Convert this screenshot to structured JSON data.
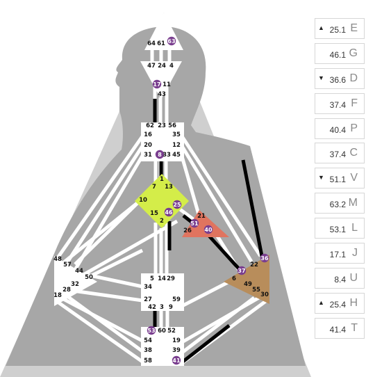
{
  "colors": {
    "background_triangle": "#cfcfcf",
    "silhouette": "#a7a7a7",
    "channel": "#ffffff",
    "defined_channel": "#000000",
    "center_open": "#ffffff",
    "g_center": "#d4ed49",
    "ego_center": "#e0745f",
    "solar_plexus": "#b88d5b",
    "active_gate": "#7a3e8f"
  },
  "gates": {
    "head": [
      "64",
      "61",
      "63"
    ],
    "ajna": [
      "47",
      "24",
      "4",
      "17",
      "11",
      "43"
    ],
    "throat": [
      "62",
      "23",
      "56",
      "16",
      "35",
      "20",
      "12",
      "31",
      "8",
      "33",
      "45"
    ],
    "g": [
      "1",
      "7",
      "13",
      "10",
      "25",
      "15",
      "46",
      "2"
    ],
    "ego": [
      "21",
      "51",
      "26",
      "40"
    ],
    "spleen": [
      "48",
      "57",
      "44",
      "50",
      "32",
      "28",
      "18"
    ],
    "sacral": [
      "5",
      "14",
      "29",
      "34",
      "27",
      "59",
      "42",
      "3",
      "9"
    ],
    "solar": [
      "36",
      "22",
      "37",
      "6",
      "49",
      "55",
      "30"
    ],
    "root": [
      "53",
      "60",
      "52",
      "54",
      "19",
      "38",
      "39",
      "58",
      "41"
    ]
  },
  "active_gates": [
    "63",
    "17",
    "8",
    "25",
    "46",
    "51",
    "40",
    "36",
    "37",
    "53",
    "41"
  ],
  "planets": [
    {
      "icon": "sun-icon",
      "symbol": "E",
      "value": "25.1",
      "arrow": "▲"
    },
    {
      "icon": "earth-icon",
      "symbol": "G",
      "value": "46.1",
      "arrow": ""
    },
    {
      "icon": "north-node-icon",
      "symbol": "D",
      "value": "36.6",
      "arrow": "▼"
    },
    {
      "icon": "south-node-icon",
      "symbol": "F",
      "value": "37.4",
      "arrow": ""
    },
    {
      "icon": "moon-icon",
      "symbol": "P",
      "value": "40.4",
      "arrow": ""
    },
    {
      "icon": "mercury-icon",
      "symbol": "C",
      "value": "37.4",
      "arrow": ""
    },
    {
      "icon": "venus-icon",
      "symbol": "V",
      "value": "51.1",
      "arrow": "▼"
    },
    {
      "icon": "mars-icon",
      "symbol": "M",
      "value": "63.2",
      "arrow": ""
    },
    {
      "icon": "jupiter-icon",
      "symbol": "L",
      "value": "53.1",
      "arrow": ""
    },
    {
      "icon": "saturn-icon",
      "symbol": "J",
      "value": "17.1",
      "arrow": ""
    },
    {
      "icon": "uranus-icon",
      "symbol": "U",
      "value": "8.4",
      "arrow": ""
    },
    {
      "icon": "neptune-icon",
      "symbol": "H",
      "value": "25.4",
      "arrow": "▲"
    },
    {
      "icon": "pluto-icon",
      "symbol": "T",
      "value": "41.4",
      "arrow": ""
    }
  ]
}
